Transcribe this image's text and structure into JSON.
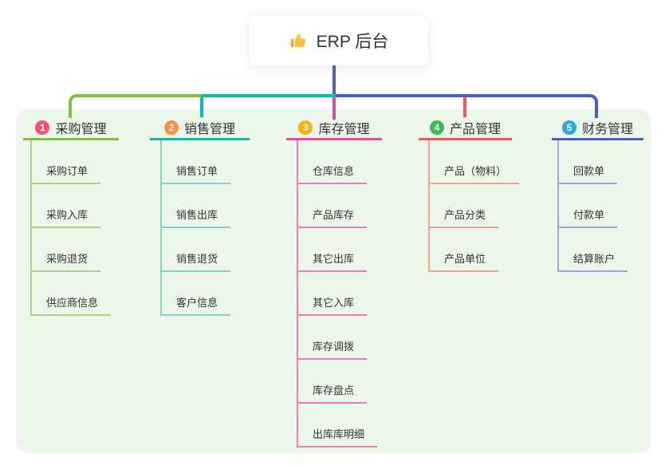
{
  "root": {
    "label": "ERP 后台",
    "icon": "thumbs-up-icon"
  },
  "colors": {
    "panel_bg": "#ecf6e9",
    "card_bg": "#ffffff",
    "text": "#333333",
    "root_connector": "#4e5fc7",
    "thumb_main": "#f6c445",
    "thumb_cuff": "#e9a93d"
  },
  "branches": [
    {
      "number": "1",
      "label": "采购管理",
      "badge_color": "#f0536b",
      "line_color": "#82c043",
      "child_line_color": "#a8d67e",
      "children": [
        "采购订单",
        "采购入库",
        "采购退货",
        "供应商信息"
      ]
    },
    {
      "number": "2",
      "label": "销售管理",
      "badge_color": "#f98f43",
      "line_color": "#0cbcab",
      "child_line_color": "#7fd5c9",
      "children": [
        "销售订单",
        "销售出库",
        "销售退货",
        "客户信息"
      ]
    },
    {
      "number": "3",
      "label": "库存管理",
      "badge_color": "#f9b116",
      "line_color": "#e84a9d",
      "child_line_color": "#f07ab6",
      "children": [
        "仓库信息",
        "产品库存",
        "其它出库",
        "其它入库",
        "库存调拨",
        "库存盘点",
        "出库库明细"
      ]
    },
    {
      "number": "4",
      "label": "产品管理",
      "badge_color": "#3dbb56",
      "line_color": "#f25859",
      "child_line_color": "#f59d96",
      "children": [
        "产品（物料）",
        "产品分类",
        "产品单位"
      ]
    },
    {
      "number": "5",
      "label": "财务管理",
      "badge_color": "#2fa8dd",
      "line_color": "#4a5ec6",
      "child_line_color": "#97a8e1",
      "children": [
        "回款单",
        "付款单",
        "结算账户"
      ]
    }
  ]
}
